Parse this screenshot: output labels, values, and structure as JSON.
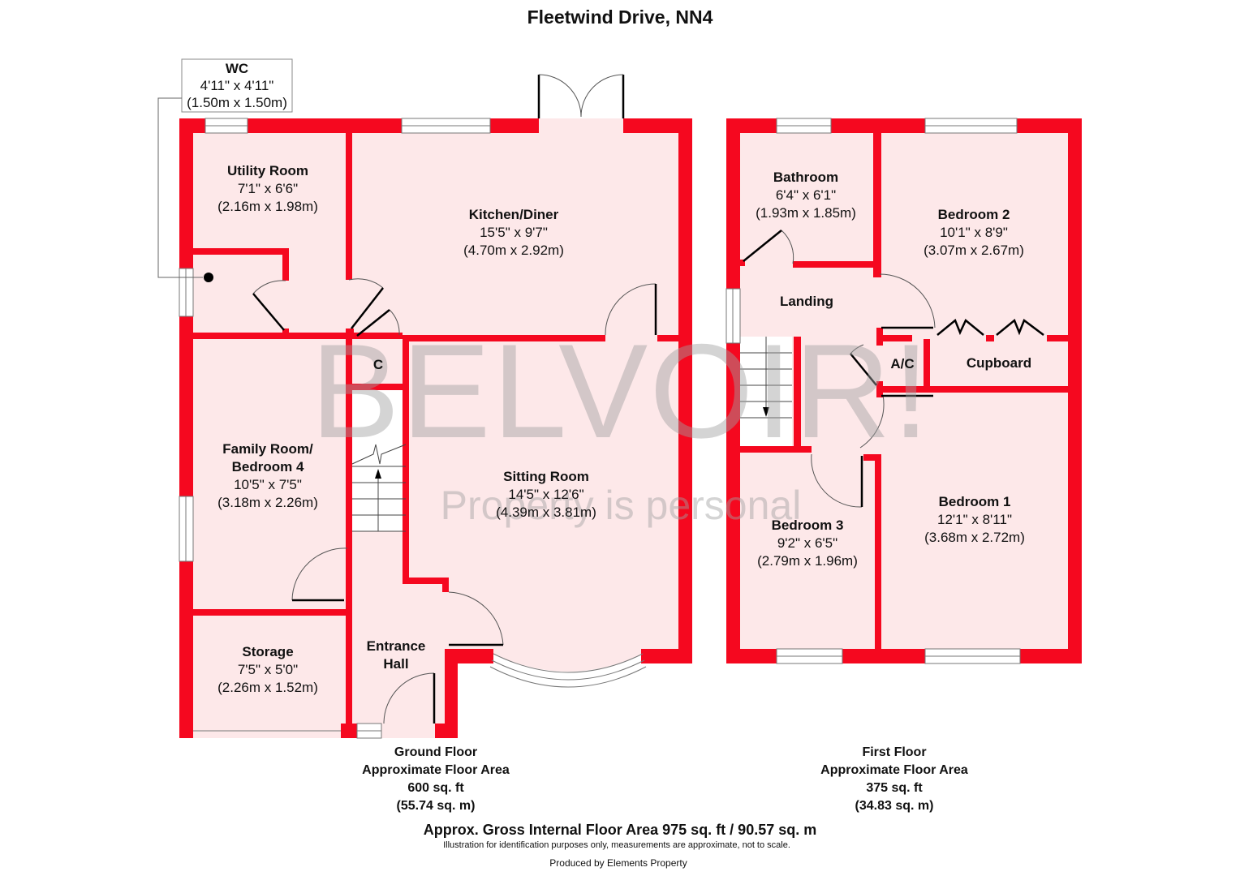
{
  "title": "Fleetwind Drive, NN4",
  "colors": {
    "wall": "#f5081f",
    "floor": "#fde8e9",
    "watermark": "#a0a0a0"
  },
  "watermark": {
    "brand": "BELVOIR!",
    "tagline": "Property is personal"
  },
  "ground_floor": {
    "rooms": [
      {
        "name": "Utility Room",
        "imperial": "7'1\" x 6'6\"",
        "metric": "(2.16m x 1.98m)"
      },
      {
        "name": "Kitchen/Diner",
        "imperial": "15'5\" x 9'7\"",
        "metric": "(4.70m x 2.92m)"
      },
      {
        "name_line1": "Family Room/",
        "name_line2": "Bedroom 4",
        "imperial": "10'5\" x 7'5\"",
        "metric": "(3.18m x 2.26m)"
      },
      {
        "name": "Sitting Room",
        "imperial": "14'5\" x 12'6\"",
        "metric": "(4.39m x 3.81m)"
      },
      {
        "name": "Storage",
        "imperial": "7'5\" x 5'0\"",
        "metric": "(2.26m x 1.52m)"
      },
      {
        "name_line1": "Entrance",
        "name_line2": "Hall"
      },
      {
        "name": "C"
      }
    ],
    "wc": {
      "name": "WC",
      "imperial": "4'11\" x 4'11\"",
      "metric": "(1.50m x 1.50m)"
    },
    "area": {
      "label": "Ground Floor",
      "sub": "Approximate Floor Area",
      "sqft": "600 sq. ft",
      "sqm": "(55.74 sq. m)"
    }
  },
  "first_floor": {
    "rooms": [
      {
        "name": "Bathroom",
        "imperial": "6'4\" x 6'1\"",
        "metric": "(1.93m x 1.85m)"
      },
      {
        "name": "Bedroom 2",
        "imperial": "10'1\" x 8'9\"",
        "metric": "(3.07m x 2.67m)"
      },
      {
        "name": "Landing"
      },
      {
        "name": "A/C"
      },
      {
        "name": "Cupboard"
      },
      {
        "name": "Bedroom 3",
        "imperial": "9'2\" x 6'5\"",
        "metric": "(2.79m x 1.96m)"
      },
      {
        "name": "Bedroom 1",
        "imperial": "12'1\" x 8'11\"",
        "metric": "(3.68m x 2.72m)"
      }
    ],
    "area": {
      "label": "First Floor",
      "sub": "Approximate Floor Area",
      "sqft": "375 sq. ft",
      "sqm": "(34.83 sq. m)"
    }
  },
  "footer": {
    "gross": "Approx. Gross Internal Floor Area 975 sq. ft / 90.57 sq. m",
    "disclaimer": "Illustration for identification purposes only, measurements are approximate, not to scale.",
    "produced_by": "Produced by Elements Property"
  }
}
